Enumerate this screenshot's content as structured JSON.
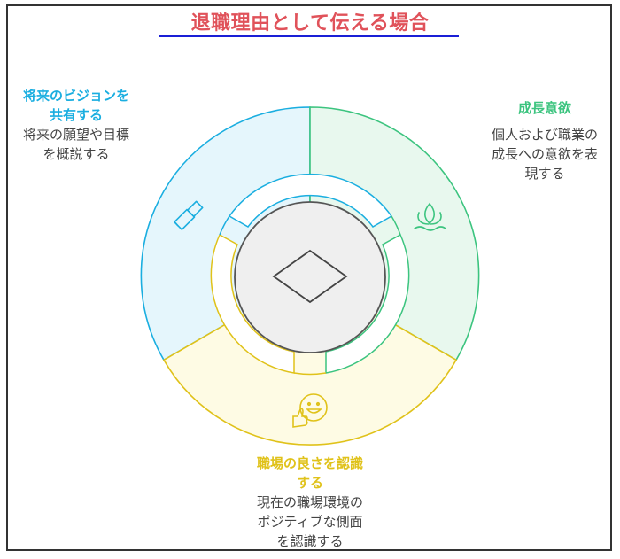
{
  "title": "退職理由として伝える場合",
  "colors": {
    "title": "#e0525a",
    "underline": "#1a1fd6",
    "vision": "#1aaee0",
    "growth": "#3cc47f",
    "workplace": "#e0c21a",
    "center": "#efefef"
  },
  "segments": [
    {
      "id": "vision",
      "heading_lines": [
        "将来のビジョンを",
        "共有する"
      ],
      "desc_lines": [
        "将来の願望や目標",
        "を概説する"
      ],
      "icon": "telescope-icon"
    },
    {
      "id": "growth",
      "heading_lines": [
        "成長意欲"
      ],
      "desc_lines": [
        "個人および職業の",
        "成長への意欲を表",
        "現する"
      ],
      "icon": "lotus-icon"
    },
    {
      "id": "workplace",
      "heading_lines": [
        "職場の良さを認識",
        "する"
      ],
      "desc_lines": [
        "現在の職場環境の",
        "ポジティブな側面",
        "を認識する"
      ],
      "icon": "smiley-thumbs-up-icon"
    }
  ],
  "center_icon": "diamond-icon"
}
